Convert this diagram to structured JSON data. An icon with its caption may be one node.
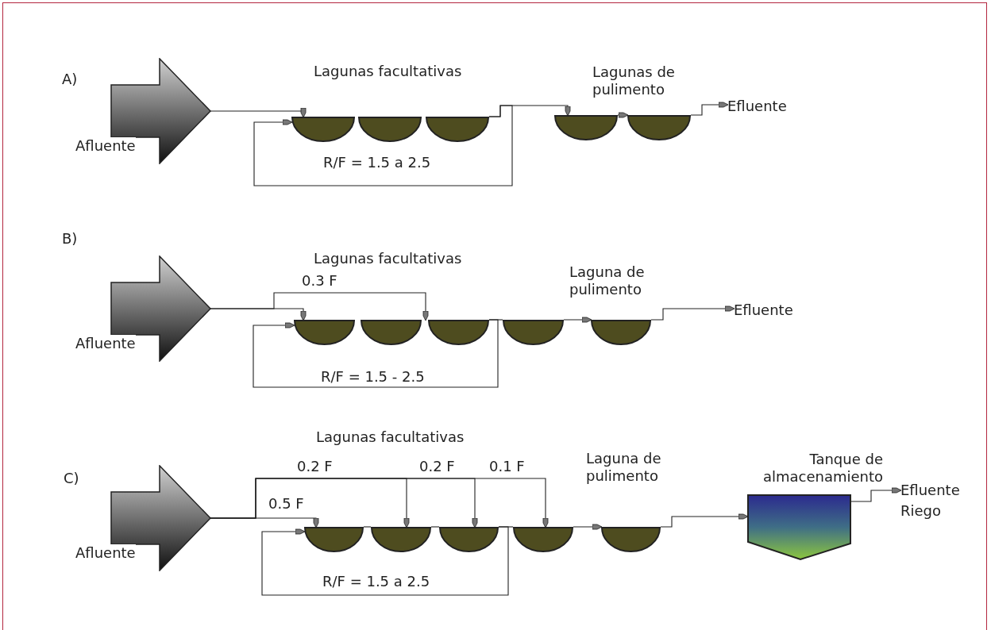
{
  "diagram": {
    "nodes": [
      {
        "text": [
          "Afluente"
        ]
      },
      {
        "text": [],
        "shape": "semicircle"
      },
      {
        "text": [],
        "shape": "semicircle"
      },
      {
        "text": [],
        "shape": "semicircle"
      },
      {
        "text": [],
        "shape": "semicircle"
      },
      {
        "text": [],
        "shape": "semicircle"
      },
      {
        "text": [
          "Efluente"
        ]
      },
      {
        "text": [
          "Afluente"
        ]
      },
      {
        "text": [],
        "shape": "semicircle"
      },
      {
        "text": [],
        "shape": "semicircle"
      },
      {
        "text": [],
        "shape": "semicircle"
      },
      {
        "text": [],
        "shape": "semicircle"
      },
      {
        "text": [],
        "shape": "semicircle"
      },
      {
        "text": [
          "Efluente"
        ]
      },
      {
        "text": [
          "Afluente"
        ]
      },
      {
        "text": [],
        "shape": "semicircle"
      },
      {
        "text": [],
        "shape": "semicircle"
      },
      {
        "text": [],
        "shape": "semicircle"
      },
      {
        "text": [],
        "shape": "semicircle"
      },
      {
        "text": [],
        "shape": "semicircle"
      },
      {
        "text": [
          "Tanque de almacenamiento"
        ]
      },
      {
        "text": [
          "Efluente Riego"
        ]
      }
    ],
    "edges": [
      {
        "from": 0,
        "to": 1,
        "arrow": "to"
      },
      {
        "from": 3,
        "to": 4,
        "arrow": "to"
      },
      {
        "from": 3,
        "to": 1,
        "arrow": "to",
        "label": "R/F = 1.5 a 2.5"
      },
      {
        "from": 4,
        "to": 5,
        "arrow": "to"
      },
      {
        "from": 5,
        "to": 6,
        "arrow": "to"
      },
      {
        "from": 7,
        "to": 8,
        "arrow": "to"
      },
      {
        "from": 7,
        "to": 10,
        "arrow": "to",
        "label": "0.3 F"
      },
      {
        "from": 10,
        "to": 11,
        "arrow": "none"
      },
      {
        "from": 10,
        "to": 8,
        "arrow": "to",
        "label": "R/F = 1.5 - 2.5"
      },
      {
        "from": 11,
        "to": 12,
        "arrow": "to"
      },
      {
        "from": 12,
        "to": 13,
        "arrow": "to"
      },
      {
        "from": 14,
        "to": 15,
        "arrow": "to",
        "label": "0.5 F"
      },
      {
        "from": 14,
        "to": 16,
        "arrow": "to",
        "label": "0.2 F"
      },
      {
        "from": 14,
        "to": 17,
        "arrow": "to",
        "label": "0.2 F"
      },
      {
        "from": 14,
        "to": 18,
        "arrow": "to",
        "label": "0.1 F"
      },
      {
        "from": 15,
        "to": 16,
        "arrow": "none"
      },
      {
        "from": 16,
        "to": 17,
        "arrow": "none"
      },
      {
        "from": 17,
        "to": 18,
        "arrow": "none"
      },
      {
        "from": 17,
        "to": 15,
        "arrow": "to",
        "label": "R/F = 1.5 a 2.5"
      },
      {
        "from": 18,
        "to": 19,
        "arrow": "to"
      },
      {
        "from": 19,
        "to": 20,
        "arrow": "to"
      },
      {
        "from": 20,
        "to": 21,
        "arrow": "to"
      }
    ],
    "labels": [
      "A)",
      "Lagunas facultativas",
      "Lagunas de pulimento",
      "B)",
      "Lagunas facultativas",
      "Laguna de pulimento",
      "C)",
      "Lagunas facultativas",
      "Laguna de pulimento"
    ]
  }
}
